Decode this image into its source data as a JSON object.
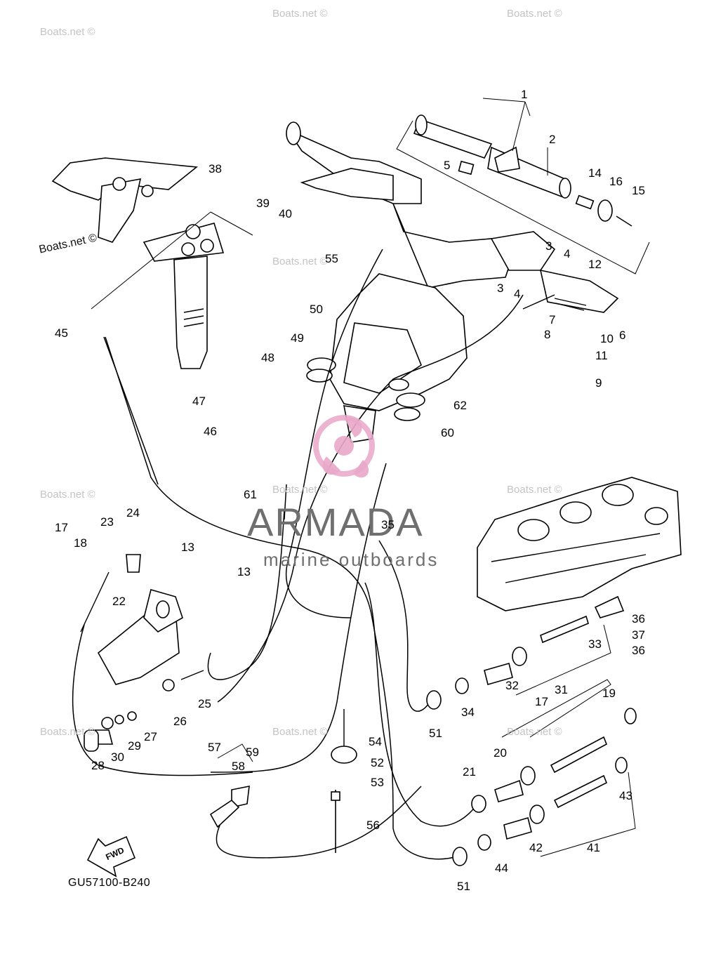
{
  "diagram": {
    "code": "GU57100-B240",
    "fwd_label": "FWD",
    "brand": {
      "name": "ARMADA",
      "tagline": "marine outboards"
    },
    "watermarks": [
      "Boats.net ©",
      "Boats.net ©",
      "Boats.net ©",
      "Boats.net ©",
      "Boats.net ©",
      "Boats.net ©",
      "Boats.net ©",
      "Boats.net ©",
      "Boats.net ©",
      "Boats.net ©",
      "Boats.net ©"
    ],
    "callouts": {
      "c1": "1",
      "c2": "2",
      "c3a": "3",
      "c3b": "3",
      "c4a": "4",
      "c4b": "4",
      "c5": "5",
      "c6": "6",
      "c7": "7",
      "c8": "8",
      "c9": "9",
      "c10": "10",
      "c11": "11",
      "c12": "12",
      "c13a": "13",
      "c13b": "13",
      "c14": "14",
      "c15": "15",
      "c16": "16",
      "c17a": "17",
      "c17b": "17",
      "c18": "18",
      "c19": "19",
      "c20": "20",
      "c21": "21",
      "c22": "22",
      "c23": "23",
      "c24": "24",
      "c25": "25",
      "c26": "26",
      "c27": "27",
      "c28": "28",
      "c29": "29",
      "c30": "30",
      "c31": "31",
      "c32": "32",
      "c33": "33",
      "c34": "34",
      "c35": "35",
      "c36a": "36",
      "c36b": "36",
      "c37": "37",
      "c38": "38",
      "c39": "39",
      "c40": "40",
      "c41": "41",
      "c42": "42",
      "c43": "43",
      "c44": "44",
      "c45": "45",
      "c46": "46",
      "c47": "47",
      "c48": "48",
      "c49": "49",
      "c50": "50",
      "c51a": "51",
      "c51b": "51",
      "c52": "52",
      "c53": "53",
      "c54": "54",
      "c55": "55",
      "c56": "56",
      "c57": "57",
      "c58": "58",
      "c59": "59",
      "c60": "60",
      "c61": "61",
      "c62": "62"
    }
  }
}
